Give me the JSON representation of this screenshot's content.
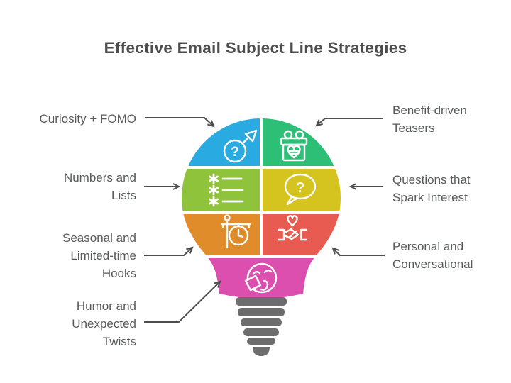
{
  "title": "Effective Email Subject Line Strategies",
  "title_color": "#4D4D4D",
  "text_color": "#58595B",
  "arrow_color": "#4D4D4D",
  "background": "#FFFFFF",
  "bulb": {
    "base_color": "#6D6D6D",
    "divider_color": "#FFFFFF",
    "icon_stroke_color": "#FFFFFF"
  },
  "strategies": [
    {
      "label": "Curiosity + FOMO",
      "icon": "curiosity-question-arrow-icon",
      "glyph": "?",
      "color": "#29ABE2",
      "position": "bulb-top-left"
    },
    {
      "label": "Benefit-driven\nTeasers",
      "icon": "gift-heart-icon",
      "glyph": "",
      "color": "#2EBF77",
      "position": "bulb-top-right"
    },
    {
      "label": "Numbers and\nLists",
      "icon": "bulleted-list-icon",
      "glyph": "",
      "color": "#90C33C",
      "position": "bulb-middle-left"
    },
    {
      "label": "Questions that\nSpark Interest",
      "icon": "question-speech-bubble-icon",
      "glyph": "?",
      "color": "#D5C31F",
      "position": "bulb-middle-right"
    },
    {
      "label": "Seasonal and\nLimited-time\nHooks",
      "icon": "hanging-clock-icon",
      "glyph": "",
      "color": "#E08C2B",
      "position": "bulb-bottom-left"
    },
    {
      "label": "Personal and\nConversational",
      "icon": "handshake-heart-icon",
      "glyph": "",
      "color": "#E85B50",
      "position": "bulb-bottom-right"
    },
    {
      "label": "Humor and\nUnexpected\nTwists",
      "icon": "laughing-face-icon",
      "glyph": "",
      "color": "#DC4FAF",
      "position": "bulb-neck"
    }
  ]
}
